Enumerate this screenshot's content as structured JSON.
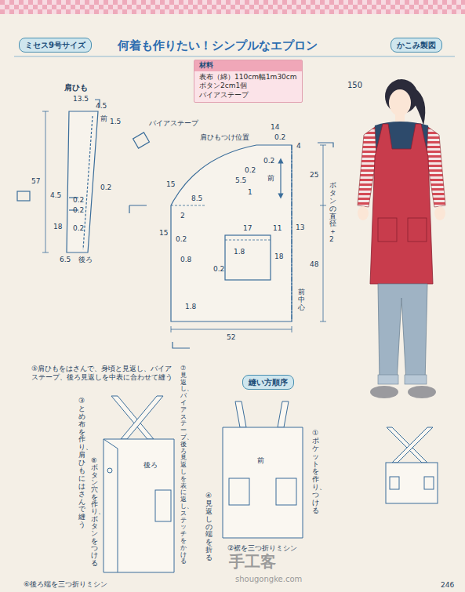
{
  "diagram": {
    "title": "何着も作りたい！シンプルなエプロン",
    "nodes": [
      {
        "text": [
          "ミセス9号サイズ"
        ]
      },
      {
        "text": [
          "かこみ製図"
        ]
      },
      {
        "text": [
          "材料",
          "表布（綿）110cm幅1m30cm",
          "ボタン2cm1個",
          "バイアステープ"
        ]
      },
      {
        "text": [
          "縫い方順序"
        ]
      }
    ],
    "edges": [],
    "labels": [
      "肩ひも",
      "13.5",
      "4.5",
      "前",
      "1.5",
      "57",
      "4.5",
      "0.2",
      "0.2",
      "0.2",
      "18",
      "0.2",
      "6.5",
      "後ろ",
      "バイアステープ",
      "肩ひもつけ位置",
      "14",
      "0.2",
      "4",
      "0.2",
      "0.2",
      "5.5",
      "1",
      "前",
      "15",
      "8.5",
      "2",
      "15",
      "0.2",
      "17",
      "11",
      "1.8",
      "13",
      "18",
      "0.2",
      "0.8",
      "25",
      "48",
      "ボタンの直径＋2",
      "前中心",
      "1.8",
      "52",
      "150",
      "⑤肩ひもをはさんで、身頃と見返し、バイアステープ、後ろ見返しを中表に合わせて縫う",
      "③とめ布を作り、肩ひもにはさんで縫う",
      "⑦見返し、バイアステープ、後ろ見返しを表に返し、ステッチをかける",
      "④見返しの端を折る",
      "⑧ボタン穴を作り、ボタンをつける",
      "⑥後ろ端を三つ折りミシン",
      "後ろ",
      "前",
      "①ポケットを作り、つける",
      "②裾を三つ折りミシン",
      "手工客",
      "shougongke.com",
      "246"
    ]
  }
}
